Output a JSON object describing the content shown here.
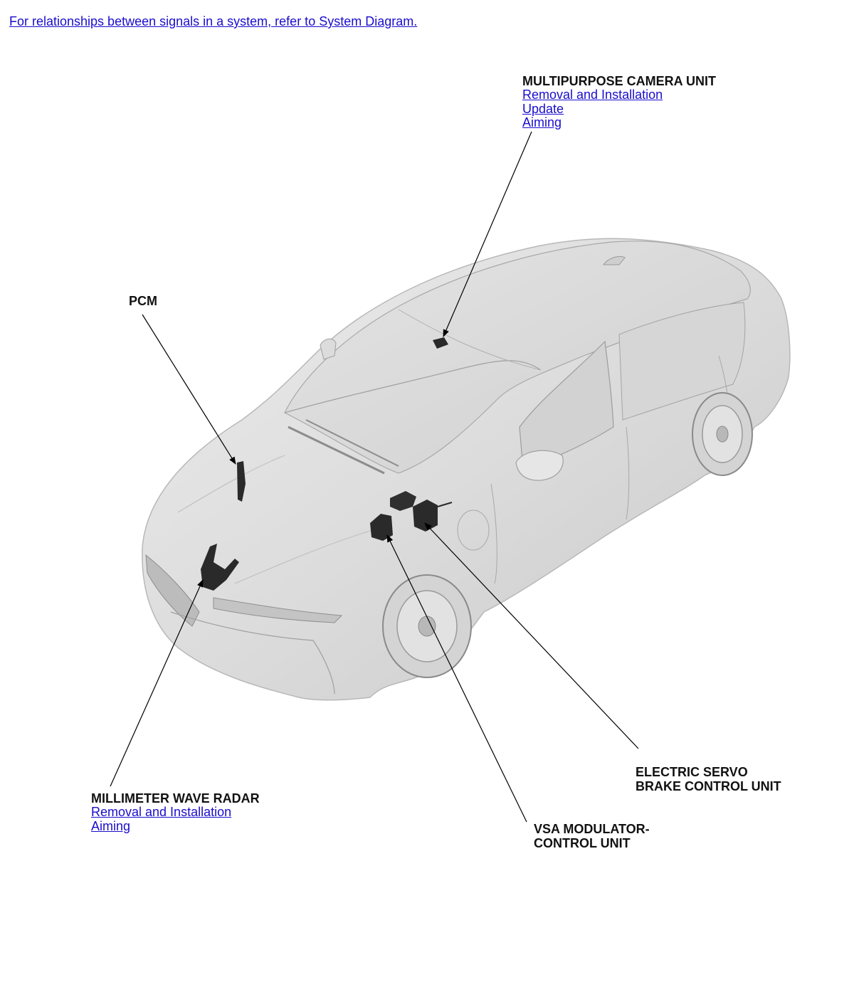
{
  "top_link": "For relationships between signals in a system, refer to System Diagram.",
  "labels": {
    "camera": {
      "title": "MULTIPURPOSE CAMERA UNIT",
      "links": [
        "Removal and Installation",
        "Update",
        "Aiming"
      ]
    },
    "pcm": {
      "title": "PCM"
    },
    "radar": {
      "title": "MILLIMETER WAVE RADAR",
      "links": [
        "Removal and Installation",
        "Aiming"
      ]
    },
    "vsa": {
      "title": "VSA MODULATOR-\nCONTROL UNIT"
    },
    "servo": {
      "title": "ELECTRIC SERVO\nBRAKE CONTROL UNIT"
    }
  },
  "colors": {
    "link": "#1a0dcc",
    "label": "#111111",
    "car_body": "#d9d9d9",
    "component": "#2a2a2a"
  }
}
